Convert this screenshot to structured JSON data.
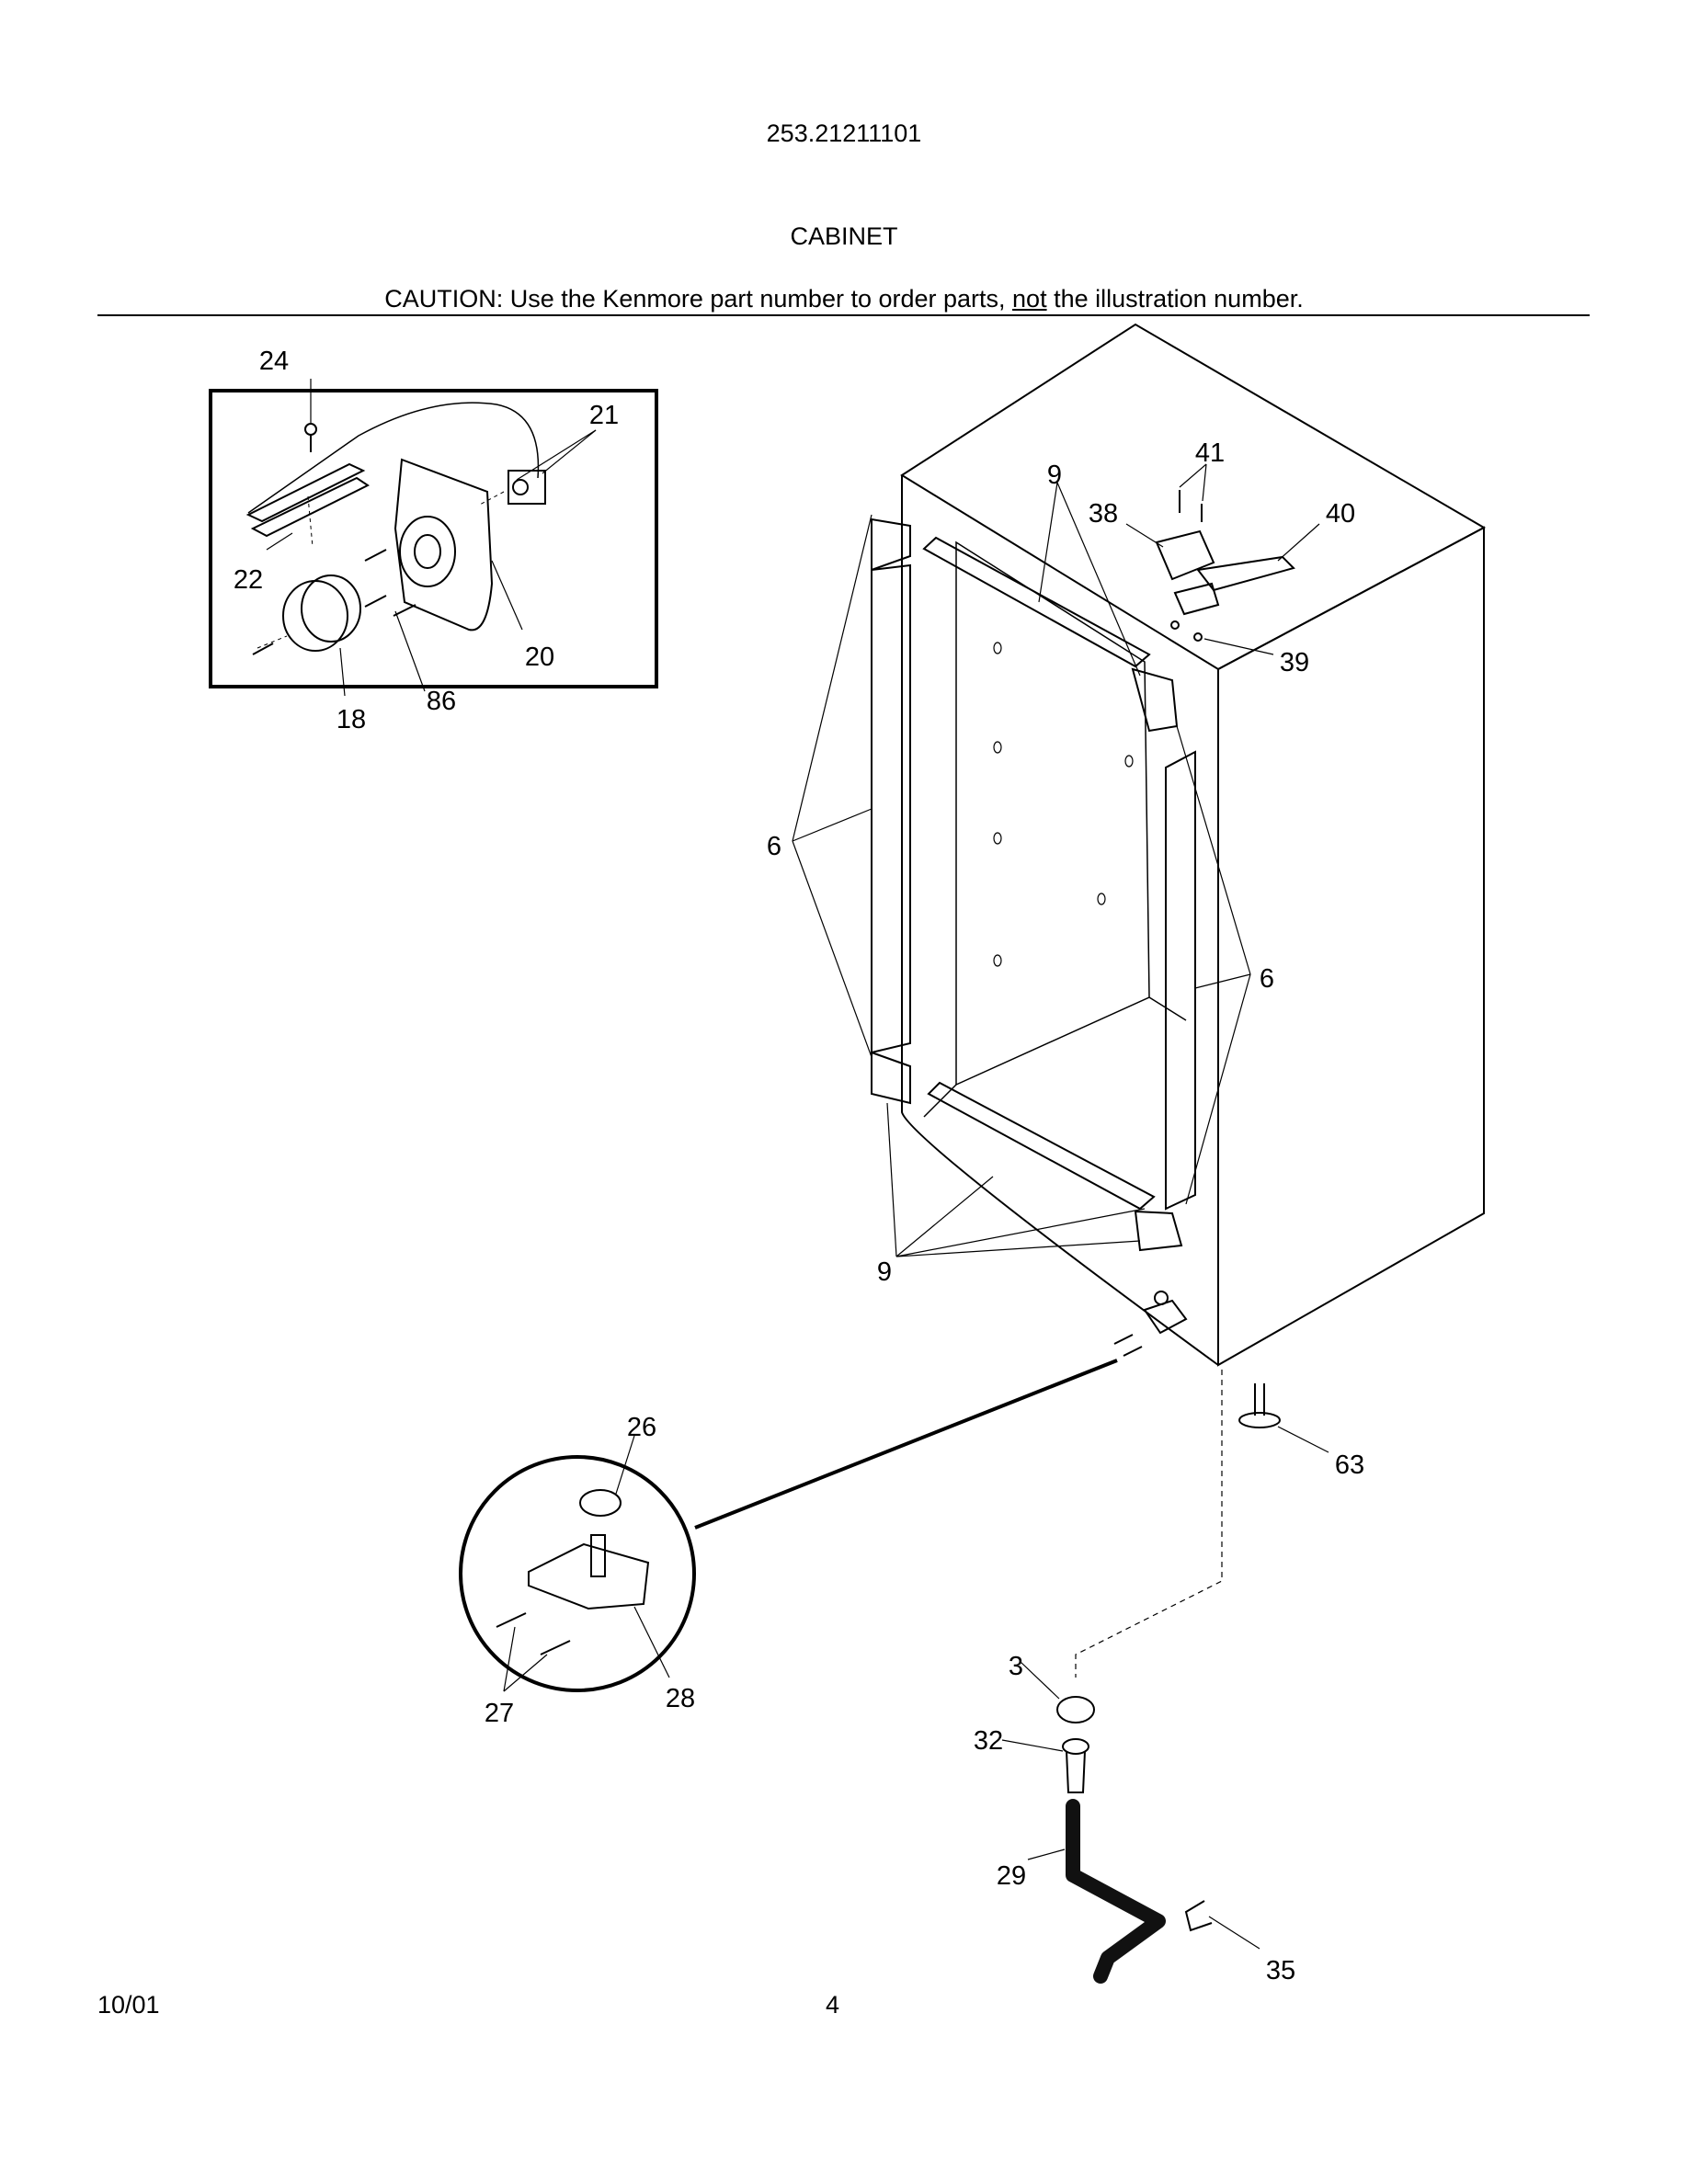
{
  "header": {
    "model_number": "253.21211101",
    "section_title": "CABINET",
    "caution_prefix": "CAUTION: Use the Kenmore part number to order parts, ",
    "caution_emphasis": "not",
    "caution_suffix": " the illustration number."
  },
  "callouts": {
    "c24": "24",
    "c21": "21",
    "c22": "22",
    "c20": "20",
    "c18": "18",
    "c86": "86",
    "c9_top": "9",
    "c41": "41",
    "c38": "38",
    "c40": "40",
    "c39": "39",
    "c6_left": "6",
    "c6_right": "6",
    "c9_bottom": "9",
    "c26": "26",
    "c63": "63",
    "c27": "27",
    "c28": "28",
    "c3": "3",
    "c32": "32",
    "c29": "29",
    "c35": "35"
  },
  "footer": {
    "date": "10/01",
    "page_number": "4"
  }
}
